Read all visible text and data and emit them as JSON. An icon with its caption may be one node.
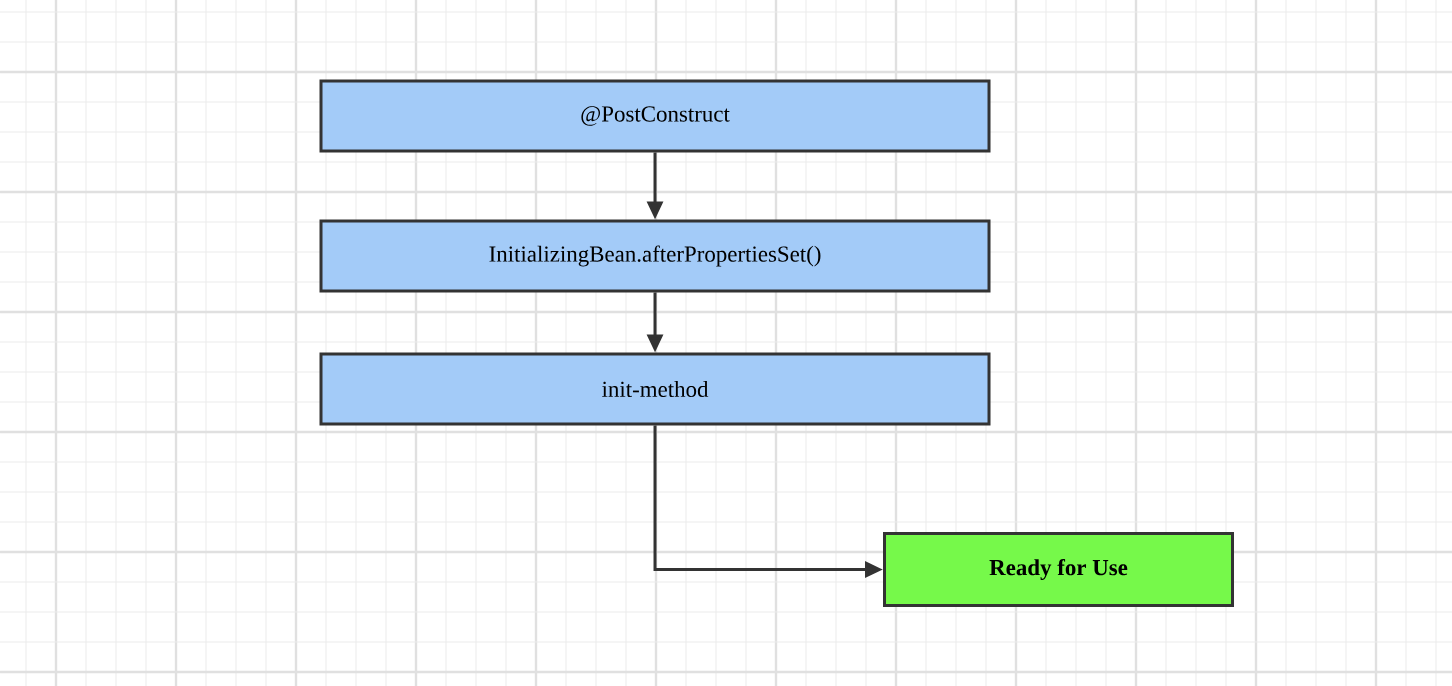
{
  "diagram": {
    "nodes": [
      {
        "text": [
          "@PostConstruct"
        ]
      },
      {
        "text": [
          "InitializingBean.afterPropertiesSet()"
        ]
      },
      {
        "text": [
          "init-method"
        ]
      },
      {
        "text": [
          "Ready for Use"
        ]
      }
    ],
    "edges": [
      {
        "from": 0,
        "to": 1,
        "arrow": "to"
      },
      {
        "from": 1,
        "to": 2,
        "arrow": "to"
      },
      {
        "from": 2,
        "to": 3,
        "arrow": "to"
      }
    ]
  }
}
